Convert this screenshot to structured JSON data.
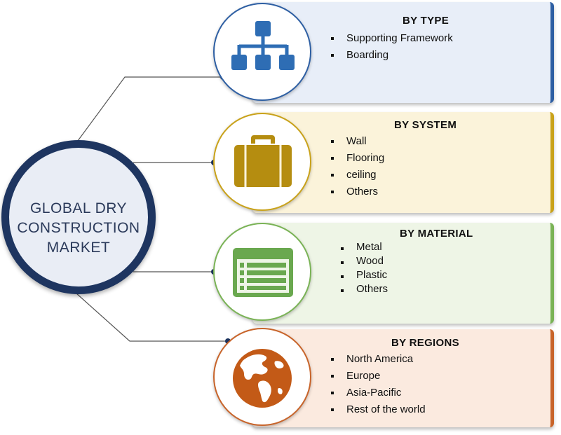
{
  "center": {
    "lines": [
      "GLOBAL DRY",
      "CONSTRUCTION",
      "MARKET"
    ]
  },
  "segments": [
    {
      "title": "BY TYPE",
      "items": [
        "Supporting Framework",
        "Boarding"
      ],
      "icon": "hierarchy-icon",
      "accent": "#2e5fa3",
      "panel_bg": "#e8eef8",
      "edge": "#2e5fa3"
    },
    {
      "title": "BY SYSTEM",
      "items": [
        "Wall",
        "Flooring",
        "ceiling",
        "Others"
      ],
      "icon": "briefcase-icon",
      "accent": "#b8900f",
      "panel_bg": "#fbf3da",
      "edge": "#c9a21a"
    },
    {
      "title": "BY MATERIAL",
      "items": [
        "Metal",
        "Wood",
        "Plastic",
        "Others"
      ],
      "icon": "list-table-icon",
      "accent": "#6aa84f",
      "panel_bg": "#eef5e6",
      "edge": "#7ab356"
    },
    {
      "title": "BY REGIONS",
      "items": [
        "North America",
        "Europe",
        "Asia-Pacific",
        "Rest of the world"
      ],
      "icon": "globe-icon",
      "accent": "#c35a17",
      "panel_bg": "#fbeadf",
      "edge": "#c8642a"
    }
  ],
  "colors": {
    "center_ring": "#1e3560",
    "center_fill": "#e9edf5",
    "connector": "#555555",
    "dot": "#1e3560"
  }
}
